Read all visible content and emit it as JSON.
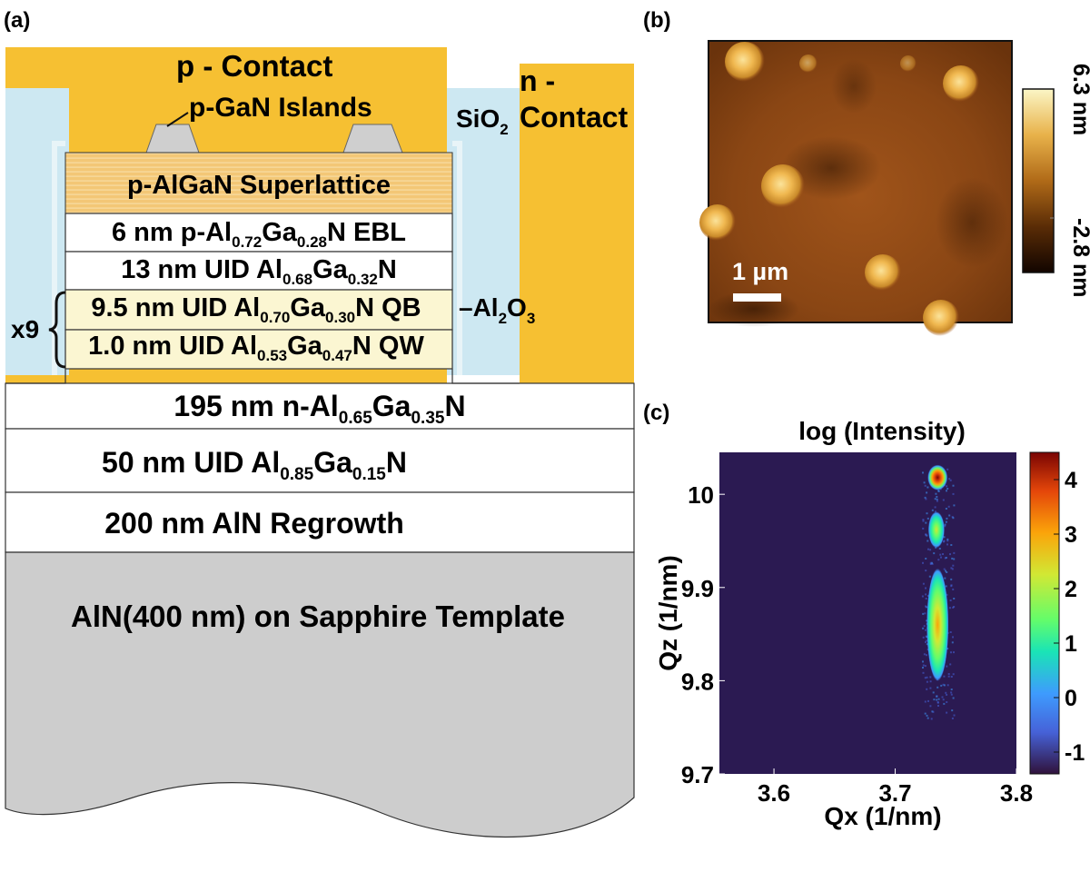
{
  "panel_a": {
    "label": "(a)",
    "p_contact": "p - Contact",
    "p_gan_islands": "p-GaN Islands",
    "sio2_base": "SiO",
    "sio2_sub": "2",
    "n_contact_line1": "n -",
    "n_contact_line2": "Contact",
    "al2o3_parts": [
      "–Al",
      "2",
      "O",
      "3"
    ],
    "repeat_label": "x9",
    "layers": [
      {
        "parts": [
          "p-AlGaN Superlattice"
        ]
      },
      {
        "parts": [
          "6 nm p-Al",
          "0.72",
          "Ga",
          "0.28",
          "N EBL"
        ]
      },
      {
        "parts": [
          "13 nm UID Al",
          "0.68",
          "Ga",
          "0.32",
          "N"
        ]
      },
      {
        "parts": [
          "9.5 nm UID Al",
          "0.70",
          "Ga",
          "0.30",
          "N QB"
        ]
      },
      {
        "parts": [
          "1.0 nm UID Al",
          "0.53",
          "Ga",
          "0.47",
          "N QW"
        ]
      },
      {
        "parts": [
          "195 nm n-Al",
          "0.65",
          "Ga",
          "0.35",
          "N"
        ]
      },
      {
        "parts": [
          "50 nm UID Al",
          "0.85",
          "Ga",
          "0.15",
          "N"
        ]
      },
      {
        "parts": [
          "200 nm AlN Regrowth"
        ]
      },
      {
        "parts": [
          "AlN(400 nm) on Sapphire Template"
        ]
      }
    ],
    "colors": {
      "contact": "#f6c032",
      "sio2": "#cde8f2",
      "superlattice": "#f3c776",
      "quantum_well": "#fbf6d2",
      "substrate": "#cdcdcd",
      "island": "#cfcfcf"
    }
  },
  "panel_b": {
    "label": "(b)",
    "scale_bar_text": "1 µm",
    "colorbar_max": "6.3 nm",
    "colorbar_min": "-2.8 nm"
  },
  "panel_c": {
    "label": "(c)",
    "title": "log (Intensity)",
    "xlabel": "Qx (1/nm)",
    "ylabel": "Qz (1/nm)",
    "xticks": [
      "3.6",
      "3.7",
      "3.8"
    ],
    "yticks": [
      "10",
      "9.9",
      "9.8",
      "9.7"
    ],
    "cbar_ticks": [
      "4",
      "3",
      "2",
      "1",
      "0",
      "-1"
    ],
    "background_color": "#2b1a52"
  },
  "chart_data": {
    "type": "heatmap",
    "title": "log (Intensity)",
    "xlabel": "Qx (1/nm)",
    "ylabel": "Qz (1/nm)",
    "xlim": [
      3.555,
      3.8
    ],
    "ylim": [
      9.7,
      10.045
    ],
    "colorbar_range": [
      -1.4,
      4.5
    ],
    "background_value": -1.4,
    "peaks": [
      {
        "qx": 3.735,
        "qz": 10.018,
        "peak_log_intensity": 4.4
      },
      {
        "qx": 3.734,
        "qz": 9.962,
        "peak_log_intensity": 2.3
      },
      {
        "qx": 3.735,
        "qz": 9.86,
        "peak_log_intensity": 2.4
      }
    ]
  }
}
